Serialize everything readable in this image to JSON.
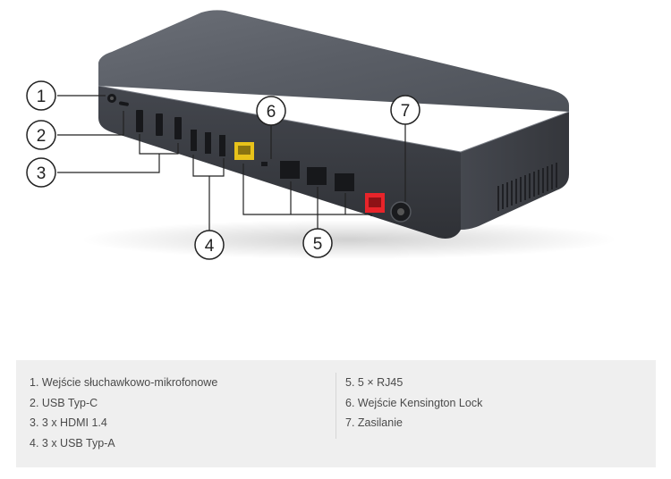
{
  "callouts": [
    {
      "number": "1"
    },
    {
      "number": "2"
    },
    {
      "number": "3"
    },
    {
      "number": "4"
    },
    {
      "number": "5"
    },
    {
      "number": "6"
    },
    {
      "number": "7"
    }
  ],
  "legend": {
    "left": [
      "1. Wejście słuchawkowo-mikrofonowe",
      "2. USB Typ-C",
      "3. 3 x HDMI 1.4",
      "4. 3 x USB Typ-A"
    ],
    "right": [
      "5. 5 × RJ45",
      "6. Wejście Kensington Lock",
      "7. Zasilanie"
    ]
  },
  "colors": {
    "device_top": "#5a5e66",
    "device_front": "#3a3d43",
    "port": "#17181b",
    "accent_yellow": "#e8c21a",
    "accent_red": "#e8242a",
    "legend_bg": "#efefef"
  }
}
